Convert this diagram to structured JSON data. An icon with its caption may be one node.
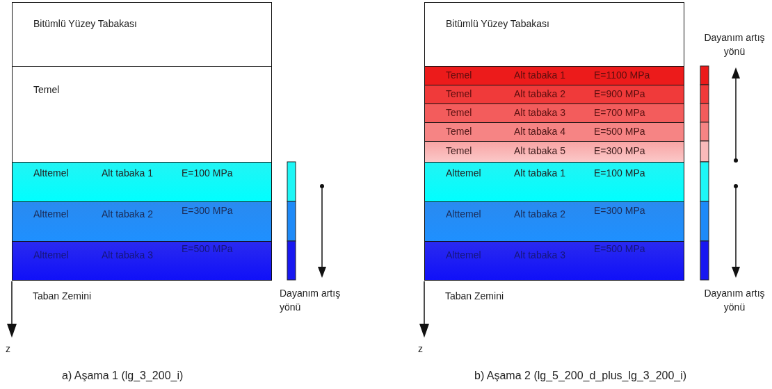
{
  "diagram": {
    "nodes": [
      {
        "text": [
          "Bitümlü Yüzey Tabakası"
        ]
      },
      {
        "text": [
          "Temel"
        ]
      },
      {
        "text": [
          "Alttemel",
          "Alt tabaka 1",
          "E=100 MPa"
        ]
      },
      {
        "text": [
          "Alttemel",
          "Alt tabaka 2",
          "E=300 MPa"
        ]
      },
      {
        "text": [
          "Alttemel",
          "Alt tabaka 3",
          "E=500 MPa"
        ]
      },
      {
        "text": [
          "Bitümlü Yüzey Tabakası"
        ]
      },
      {
        "text": [
          "Temel",
          "Alt tabaka 1",
          "E=1100 MPa"
        ]
      },
      {
        "text": [
          "Temel",
          "Alt tabaka 2",
          "E=900 MPa"
        ]
      },
      {
        "text": [
          "Temel",
          "Alt tabaka 3",
          "E=700 MPa"
        ]
      },
      {
        "text": [
          "Temel",
          "Alt tabaka 4",
          "E=500 MPa"
        ]
      },
      {
        "text": [
          "Temel",
          "Alt tabaka 5",
          "E=300 MPa"
        ]
      },
      {
        "text": [
          "Alttemel",
          "Alt tabaka 1",
          "E=100 MPa"
        ]
      },
      {
        "text": [
          "Alttemel",
          "Alt tabaka 2",
          "E=300 MPa"
        ]
      },
      {
        "text": [
          "Alttemel",
          "Alt tabaka 3",
          "E=500 MPa"
        ]
      }
    ],
    "labels": [
      "Taban Zemini",
      "Dayanım artış yönü",
      "z",
      "a) Aşama 1 (lg_3_200_i)",
      "Dayanım artış yönü",
      "Taban Zemini",
      "Dayanım artış yönü",
      "z",
      "b) Aşama 2 (lg_5_200_d_plus_lg_3_200_i)"
    ]
  }
}
